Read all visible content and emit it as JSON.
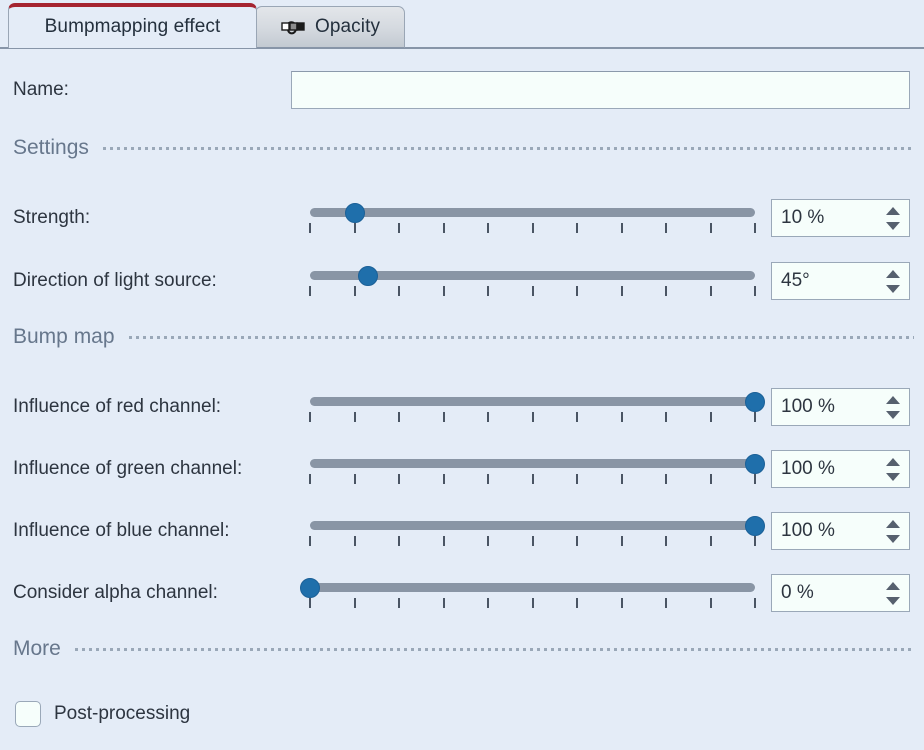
{
  "tabs": [
    {
      "label": "Bumpmapping effect",
      "active": true,
      "icon": null
    },
    {
      "label": "Opacity",
      "active": false,
      "icon": "opacity-curve-icon"
    }
  ],
  "form": {
    "name_label": "Name:",
    "name_value": "",
    "name_placeholder": ""
  },
  "sections": [
    {
      "title": "Settings"
    },
    {
      "title": "Bump map"
    },
    {
      "title": "More"
    }
  ],
  "sliders": [
    {
      "label": "Strength:",
      "value_text": "10 %",
      "percent": 10,
      "ticks": 11
    },
    {
      "label": "Direction of light source:",
      "value_text": "45°",
      "percent": 13,
      "ticks": 11
    },
    {
      "label": "Influence of red channel:",
      "value_text": "100 %",
      "percent": 100,
      "ticks": 11
    },
    {
      "label": "Influence of green channel:",
      "value_text": "100 %",
      "percent": 100,
      "ticks": 11
    },
    {
      "label": "Influence of blue channel:",
      "value_text": "100 %",
      "percent": 100,
      "ticks": 11
    },
    {
      "label": "Consider alpha channel:",
      "value_text": "0 %",
      "percent": 0,
      "ticks": 11
    }
  ],
  "checkbox": {
    "label": "Post-processing",
    "checked": false
  },
  "colors": {
    "background": "#e4ecf7",
    "accent_tab": "#a52430",
    "slider_handle": "#1f6fab",
    "slider_track": "#8995a5",
    "section_title": "#67778c",
    "field_background": "#f6fefb"
  }
}
